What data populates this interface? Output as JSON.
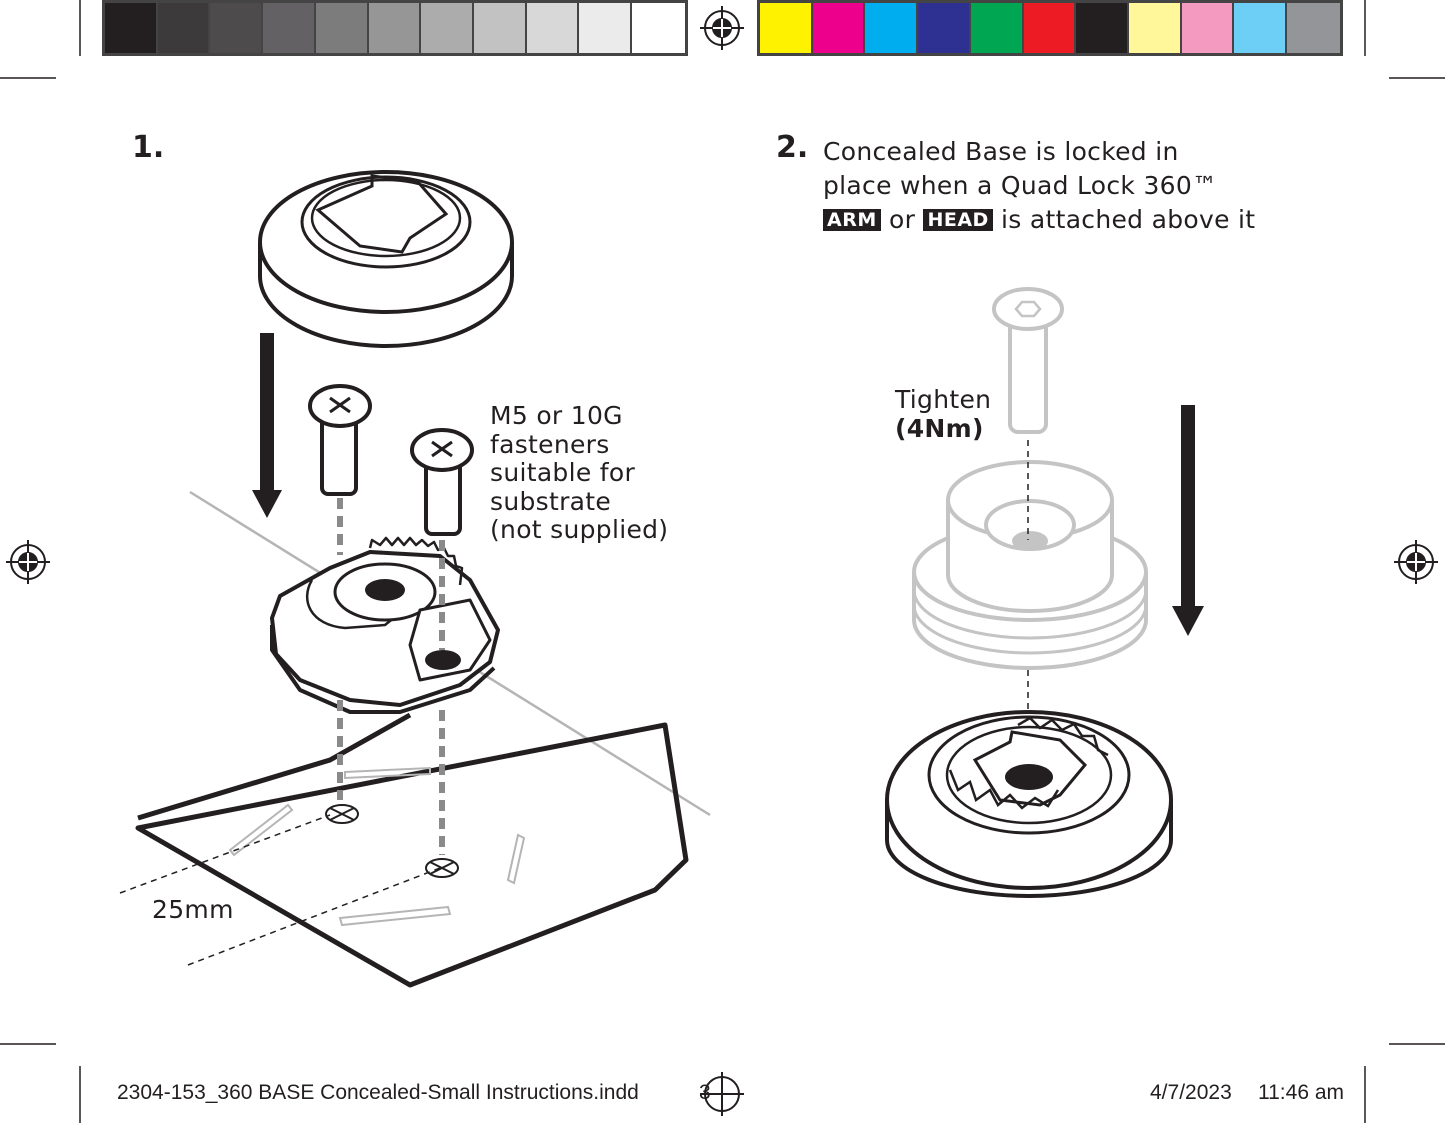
{
  "color_bar": {
    "grayscale": [
      "#231f20",
      "#3c3a3b",
      "#4d4b4c",
      "#636163",
      "#7d7c7d",
      "#979697",
      "#adacad",
      "#c3c2c3",
      "#d8d8d8",
      "#ebebeb",
      "#ffffff"
    ],
    "process": [
      "#fff200",
      "#ec008c",
      "#00aeef",
      "#2e3192",
      "#00a651",
      "#ed1c24",
      "#231f20",
      "#fff799",
      "#f49ac1",
      "#6dcff6",
      "#939598"
    ]
  },
  "step1": {
    "number": "1.",
    "fastener_label": [
      "M5 or 10G",
      "fasteners",
      "suitable for",
      "substrate",
      "(not supplied)"
    ],
    "dimension": "25mm"
  },
  "step2": {
    "number": "2.",
    "line1": "Concealed Base is locked in",
    "line2": "place when a Quad Lock 360™",
    "tag_arm": "ARM",
    "word_or": "or",
    "tag_head": "HEAD",
    "line3_rest": "is attached above it",
    "tighten": "Tighten",
    "torque": "(4Nm)"
  },
  "slug": {
    "filename": "2304-153_360 BASE Concealed-Small Instructions.indd",
    "page": "3",
    "date": "4/7/2023",
    "time": "11:46 am"
  }
}
